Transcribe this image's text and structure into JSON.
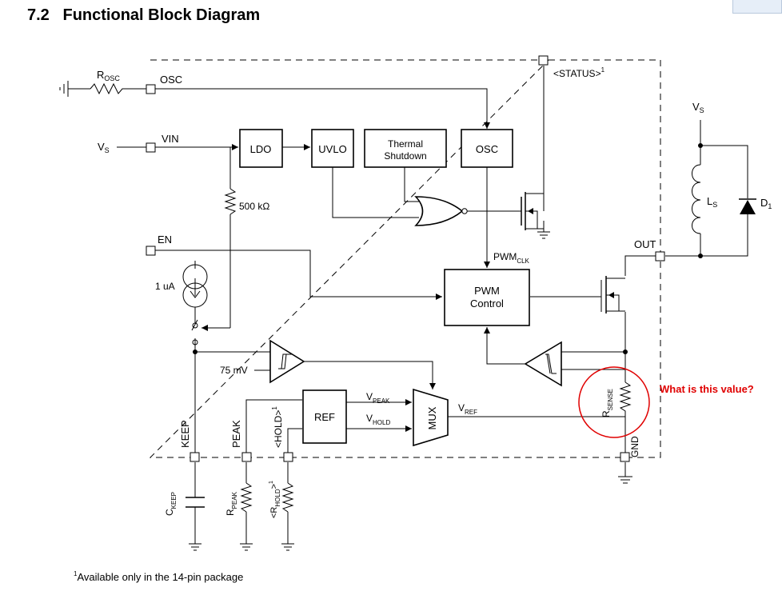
{
  "title": {
    "number": "7.2",
    "text": "Functional Block Diagram"
  },
  "blocks": {
    "ldo": "LDO",
    "uvlo": "UVLO",
    "thermal_line1": "Thermal",
    "thermal_line2": "Shutdown",
    "osc": "OSC",
    "pwm_line1": "PWM",
    "pwm_line2": "Control",
    "ref": "REF",
    "mux": "MUX"
  },
  "pins": {
    "osc": "OSC",
    "vin": "VIN",
    "en": "EN",
    "out": "OUT",
    "keep": "KEEP",
    "peak": "PEAK",
    "hold": "<HOLD>",
    "hold_sup": "1",
    "gnd": "GND",
    "status": "<STATUS>",
    "status_sup": "1"
  },
  "labels": {
    "r_osc_main": "R",
    "r_osc_sub": "OSC",
    "vs_left_main": "V",
    "vs_left_sub": "S",
    "vs_right_main": "V",
    "vs_right_sub": "S",
    "ls_main": "L",
    "ls_sub": "S",
    "d1_main": "D",
    "d1_sub": "1",
    "res_500k": "500 kΩ",
    "current_1ua": "1 uA",
    "mv75": "75 mV",
    "pwmclk_main": "PWM",
    "pwmclk_sub": "CLK",
    "vpeak_main": "V",
    "vpeak_sub": "PEAK",
    "vhold_main": "V",
    "vhold_sub": "HOLD",
    "vref_main": "V",
    "vref_sub": "REF",
    "rsense_main": "R",
    "rsense_sub": "SENSE",
    "ckeep_main": "C",
    "ckeep_sub": "KEEP",
    "rpeak_main": "R",
    "rpeak_sub": "PEAK",
    "rhold_open": "<R",
    "rhold_sub": "HOLD",
    "rhold_close": ">",
    "rhold_sup": "1"
  },
  "annotation": {
    "question": "What is this value?",
    "color": "#e00000"
  },
  "footnote": {
    "sup": "1",
    "text": "Available only in the 14-pin package"
  }
}
